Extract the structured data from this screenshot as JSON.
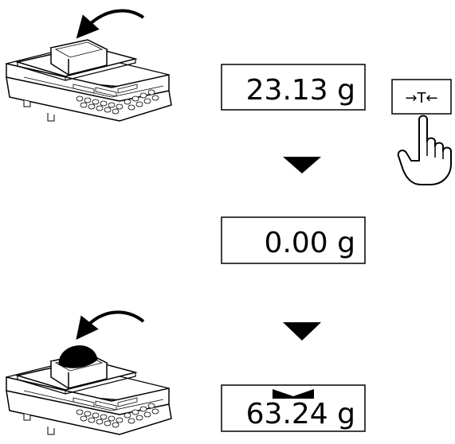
{
  "steps": [
    {
      "display": "23.13 g"
    },
    {
      "display": "0.00 g"
    },
    {
      "display": "63.24 g",
      "stable_indicator": true
    }
  ],
  "tare_key": {
    "label": "→T←"
  },
  "icons": {
    "scale_empty_box": "scale-with-empty-container-icon",
    "scale_loaded_box": "scale-with-loaded-container-icon",
    "arrow": "curved-arrow-icon",
    "down": "down-triangle-icon",
    "hand": "pointing-hand-icon",
    "stable": "stability-marker-icon"
  }
}
